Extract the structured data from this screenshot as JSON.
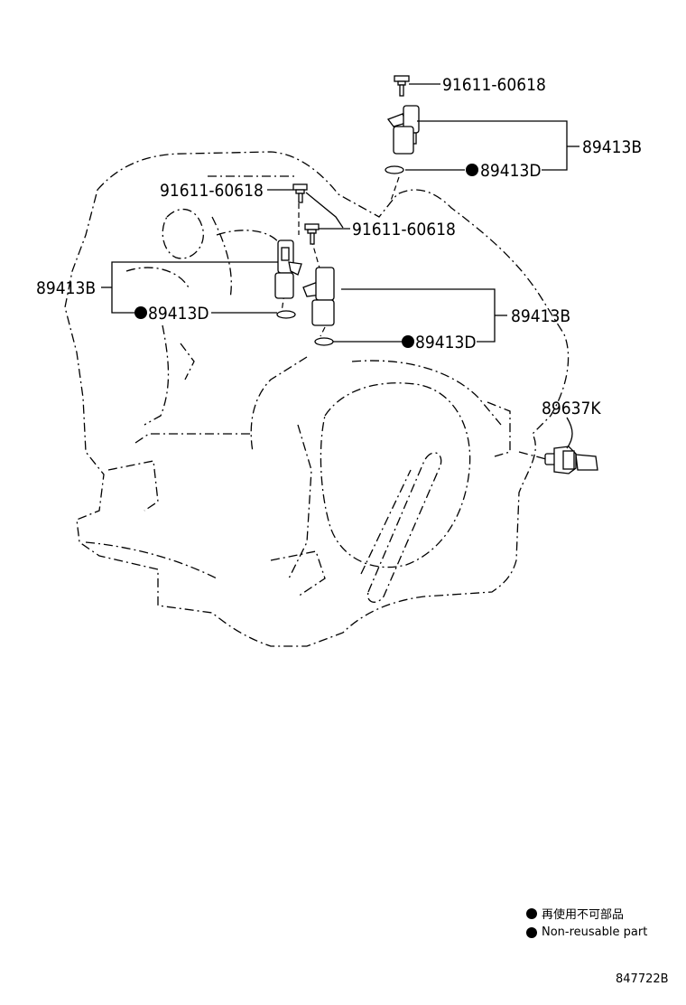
{
  "callouts": [
    {
      "id": "bolt-top",
      "part": "91611-60618"
    },
    {
      "id": "sensor-top",
      "part": "89413B"
    },
    {
      "id": "oring-top",
      "part": "89413D",
      "nonreusable": true
    },
    {
      "id": "bolt-left",
      "part": "91611-60618"
    },
    {
      "id": "bolt-mid",
      "part": "91611-60618"
    },
    {
      "id": "sensor-left",
      "part": "89413B"
    },
    {
      "id": "oring-left",
      "part": "89413D",
      "nonreusable": true
    },
    {
      "id": "sensor-mid",
      "part": "89413B"
    },
    {
      "id": "oring-mid",
      "part": "89413D",
      "nonreusable": true
    },
    {
      "id": "sensor-right",
      "part": "89637K"
    }
  ],
  "legend": {
    "line_jp": "再使用不可部品",
    "line_en": "Non-reusable part"
  },
  "illustration_code": "847722B"
}
